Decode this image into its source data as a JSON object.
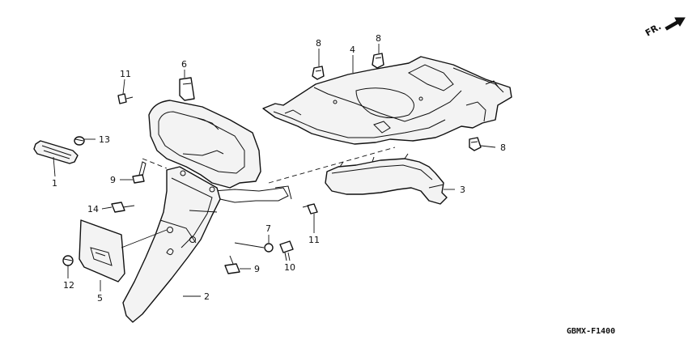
{
  "diagram": {
    "code": "GBMX-F1400",
    "direction_label": "FR.",
    "callouts": {
      "c1": "1",
      "c2": "2",
      "c3": "3",
      "c4": "4",
      "c5": "5",
      "c6": "6",
      "c7": "7",
      "c8a": "8",
      "c8b": "8",
      "c8c": "8",
      "c9a": "9",
      "c9b": "9",
      "c10": "10",
      "c11a": "11",
      "c11b": "11",
      "c12": "12",
      "c13": "13",
      "c14": "14"
    }
  }
}
